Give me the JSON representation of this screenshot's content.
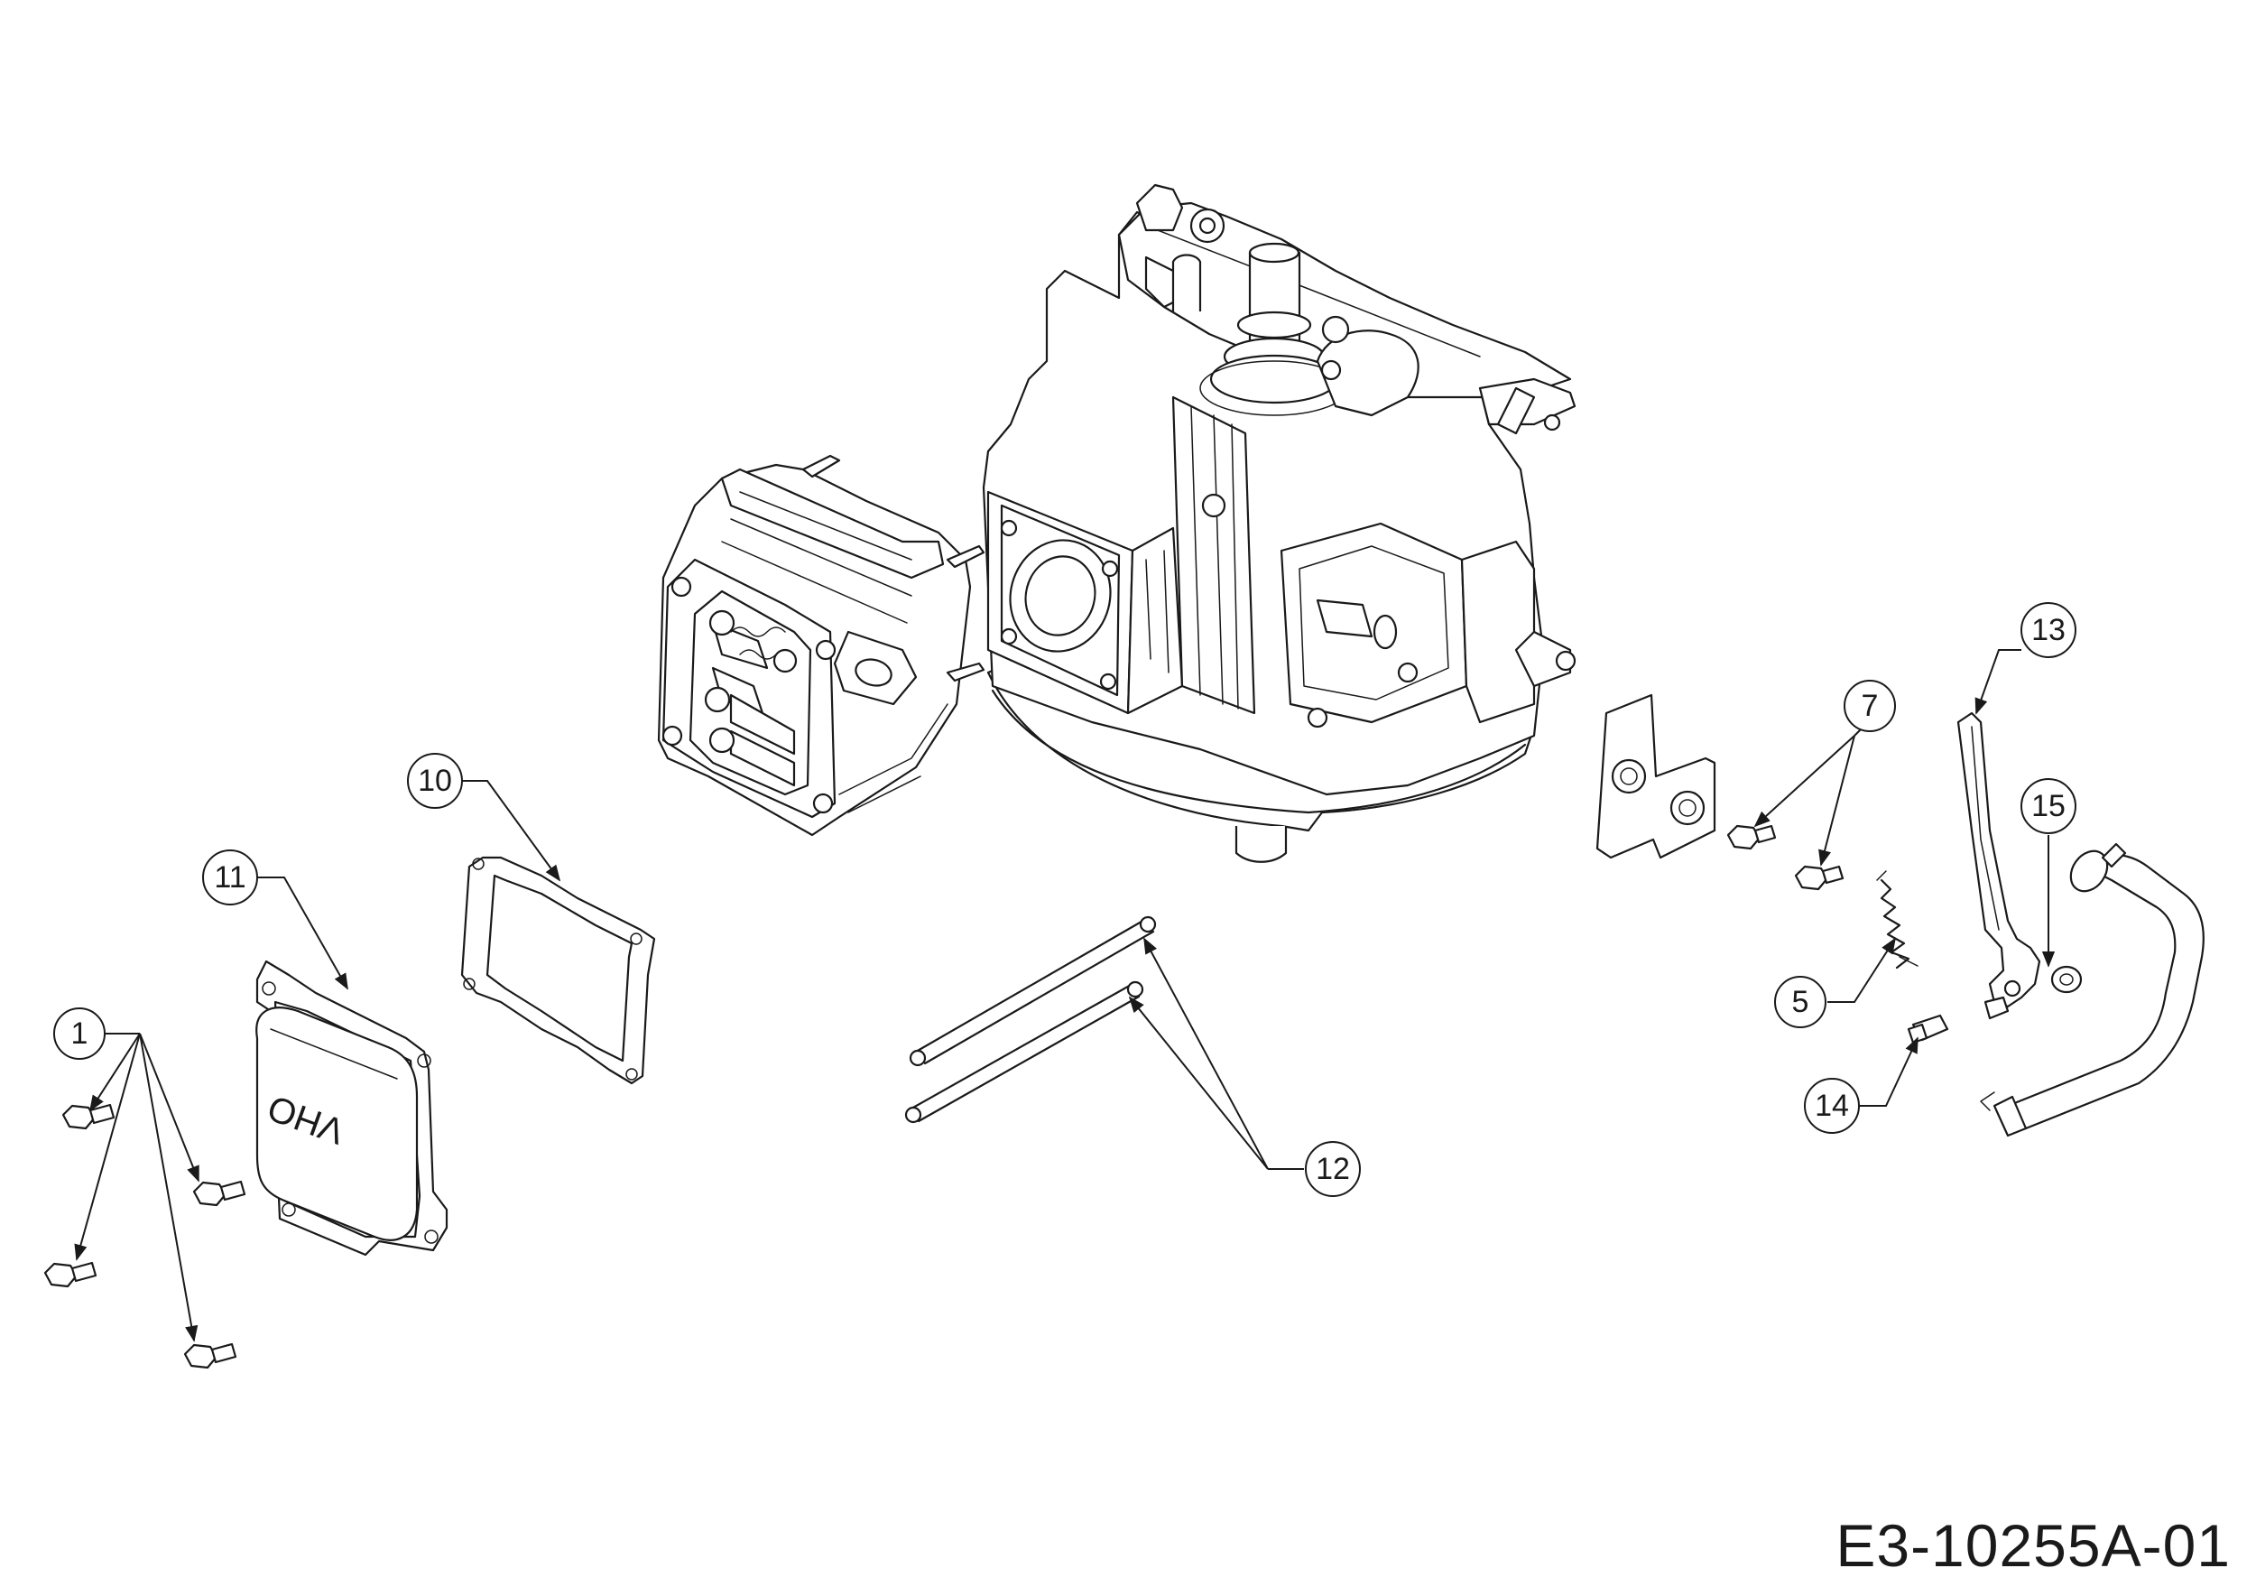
{
  "drawing_number": "E3-10255A-01",
  "cover_stamp": "OHV",
  "callouts": [
    {
      "id": "c1",
      "label": "1"
    },
    {
      "id": "c5",
      "label": "5"
    },
    {
      "id": "c7",
      "label": "7"
    },
    {
      "id": "c10",
      "label": "10"
    },
    {
      "id": "c11",
      "label": "11"
    },
    {
      "id": "c12",
      "label": "12"
    },
    {
      "id": "c13",
      "label": "13"
    },
    {
      "id": "c14",
      "label": "14"
    },
    {
      "id": "c15",
      "label": "15"
    }
  ]
}
